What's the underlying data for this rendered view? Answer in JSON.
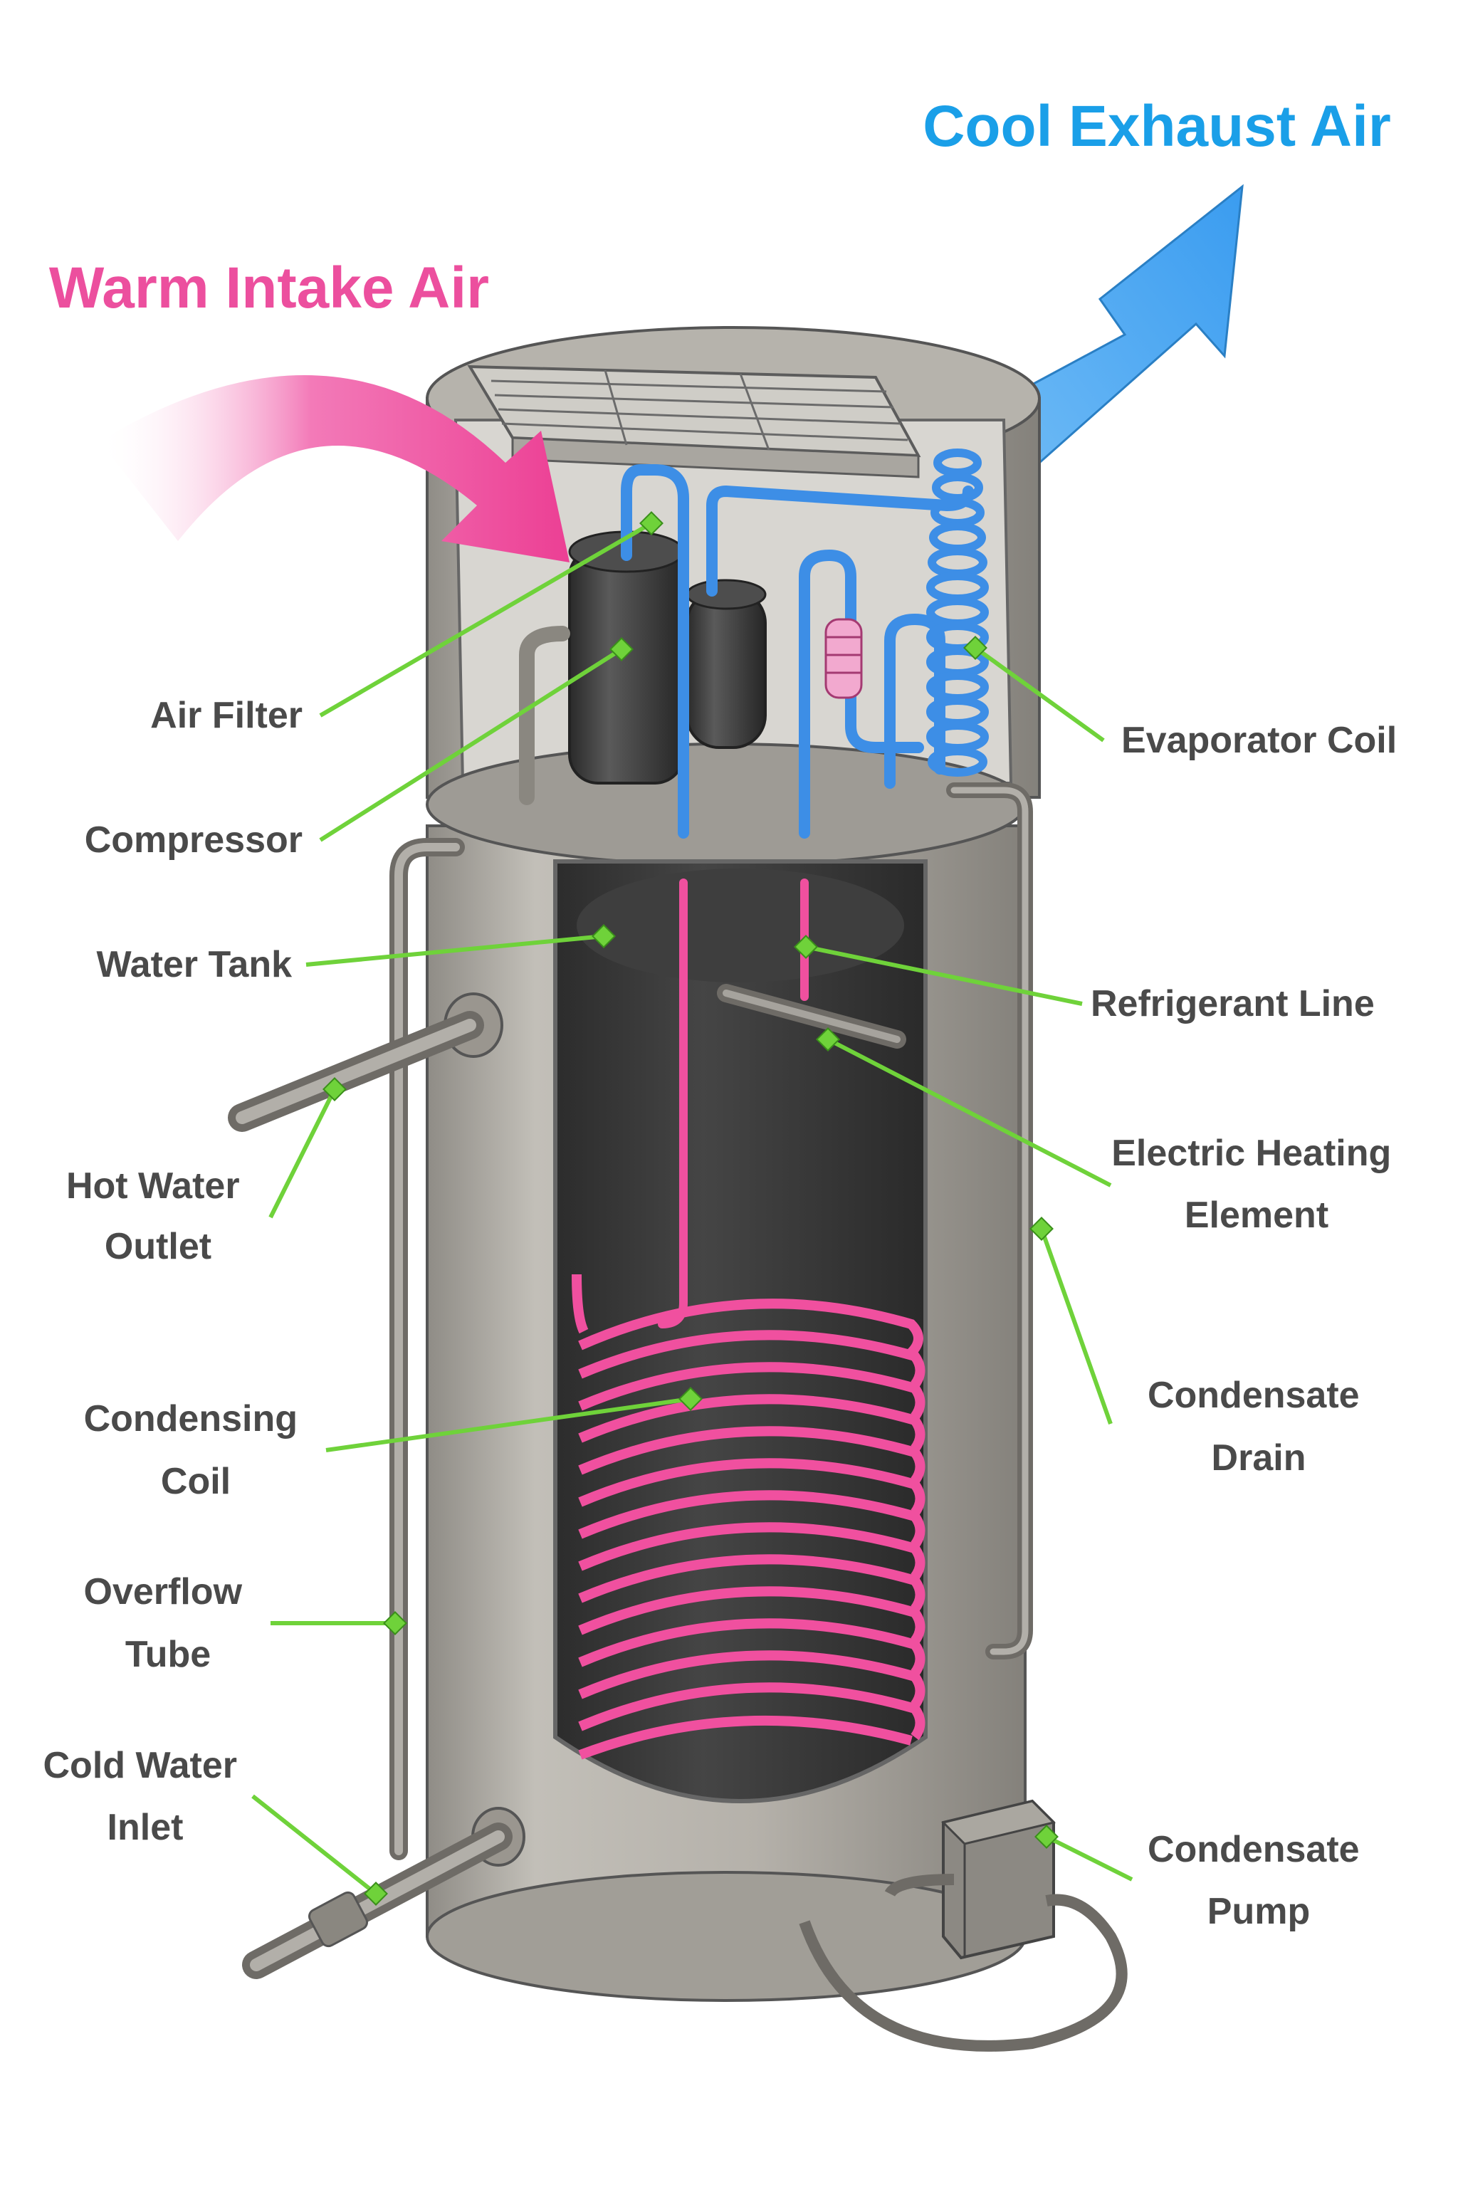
{
  "headings": {
    "intake": "Warm Intake Air",
    "exhaust": "Cool Exhaust Air"
  },
  "labels": {
    "air_filter": [
      "Air Filter"
    ],
    "compressor": [
      "Compressor"
    ],
    "water_tank": [
      "Water Tank"
    ],
    "hot_water_outlet": [
      "Hot Water",
      "Outlet"
    ],
    "condensing_coil": [
      "Condensing",
      "Coil"
    ],
    "overflow_tube": [
      "Overflow",
      "Tube"
    ],
    "cold_water_inlet": [
      "Cold Water",
      "Inlet"
    ],
    "evaporator_coil": [
      "Evaporator Coil"
    ],
    "refrigerant_line": [
      "Refrigerant Line"
    ],
    "electric_heating_element": [
      "Electric Heating",
      "Element"
    ],
    "condensate_drain": [
      "Condensate",
      "Drain"
    ],
    "condensate_pump": [
      "Condensate",
      "Pump"
    ]
  },
  "colors": {
    "intake": "#ec4f9e",
    "exhaust": "#1a9fe8",
    "callout": "#6fd23a",
    "label_text": "#4a4a4a",
    "refrigerant_hot": "#f0509f",
    "refrigerant_cold": "#3d8ee6"
  }
}
